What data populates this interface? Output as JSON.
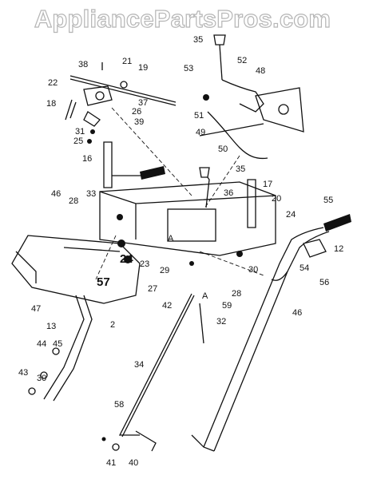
{
  "watermark": "AppliancePartsPros.com",
  "callouts": [
    "21",
    "19",
    "38",
    "22",
    "37",
    "18",
    "26",
    "39",
    "31",
    "25",
    "16",
    "35",
    "52",
    "53",
    "48",
    "51",
    "49",
    "50",
    "35",
    "17",
    "20",
    "46",
    "28",
    "33",
    "36",
    "24",
    "55",
    "12",
    "A",
    "24",
    "23",
    "57",
    "29",
    "27",
    "30",
    "28",
    "54",
    "56",
    "47",
    "2",
    "42",
    "A",
    "59",
    "46",
    "32",
    "13",
    "44",
    "45",
    "43",
    "30",
    "34",
    "58",
    "41",
    "40"
  ]
}
